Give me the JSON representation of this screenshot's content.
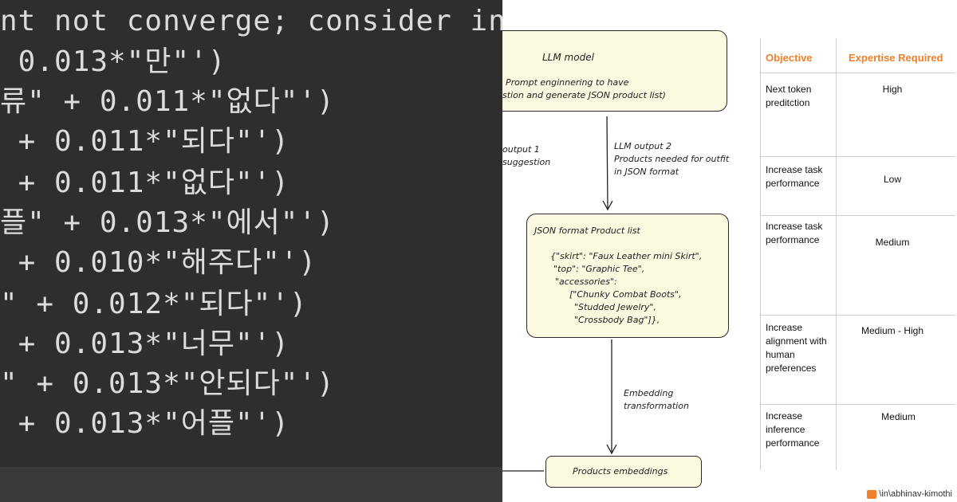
{
  "terminal": {
    "lines": [
      "nt not converge; consider increa",
      " 0.013*\"만\"')",
      "류\" + 0.011*\"없다\"')",
      " + 0.011*\"되다\"')",
      " + 0.011*\"없다\"')",
      "플\" + 0.013*\"에서\"')",
      " + 0.010*\"해주다\"')",
      "\" + 0.012*\"되다\"')",
      " + 0.013*\"너무\"')",
      "\" + 0.013*\"안되다\"')",
      " + 0.013*\"어플\"')"
    ]
  },
  "diagram": {
    "llm_model": {
      "title": "LLM model",
      "line1": "Prompt enginnering to have",
      "line2": "stion and generate JSON product list)"
    },
    "output1": {
      "line1": "output 1",
      "line2": "suggestion"
    },
    "output2": {
      "line1": "LLM output 2",
      "line2": "Products needed for outfit",
      "line3": "in JSON format"
    },
    "json_box": {
      "title": "JSON format Product list",
      "line1": "{\"skirt\": \"Faux Leather mini Skirt\",",
      "line2": "\"top\": \"Graphic Tee\",",
      "line3": "\"accessories\":",
      "line4": "[\"Chunky Combat Boots\",",
      "line5": "\"Studded Jewelry\",",
      "line6": "\"Crossbody Bag\"]},"
    },
    "embedding": {
      "line1": "Embedding",
      "line2": "transformation"
    },
    "embeddings_box": {
      "title": "Products embeddings"
    }
  },
  "table": {
    "headers": [
      "Objective",
      "Expertise Required"
    ],
    "rows": [
      {
        "objective": "Next token preditction",
        "expertise": "High"
      },
      {
        "objective": "Increase task performance",
        "expertise": "Low"
      },
      {
        "objective": "Increase task performance",
        "expertise": "Medium"
      },
      {
        "objective": "Increase alignment with human preferences",
        "expertise": "Medium - High"
      },
      {
        "objective": "Increase inference performance",
        "expertise": "Medium"
      }
    ],
    "header_color": "#f0802a"
  },
  "watermark": {
    "text": "\\in\\abhinav-kimothi"
  }
}
